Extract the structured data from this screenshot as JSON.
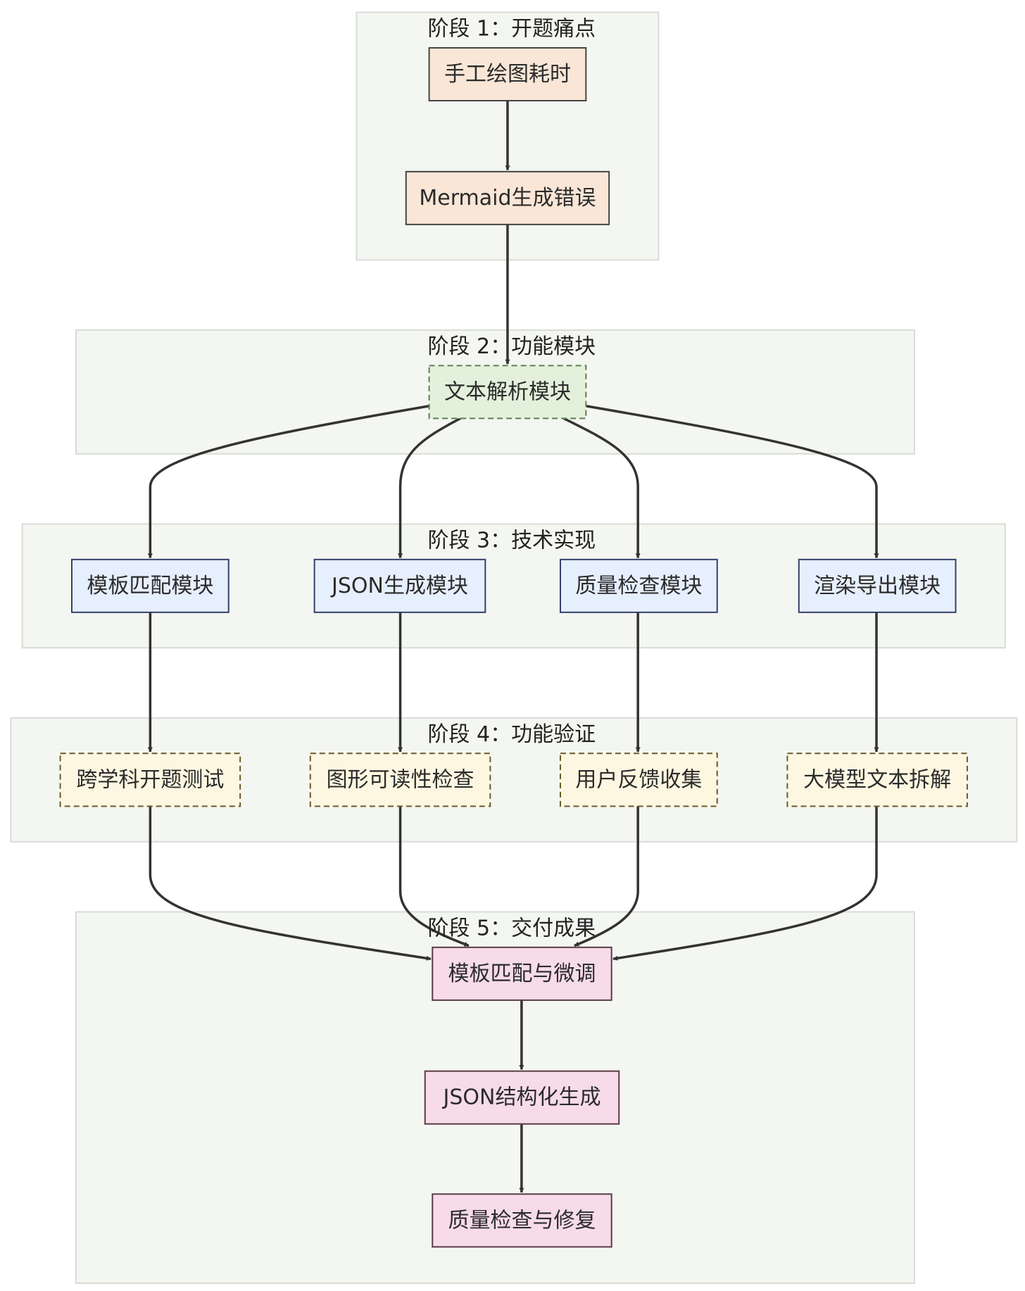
{
  "stages": [
    {
      "id": "s1",
      "title": "阶段 1：开题痛点"
    },
    {
      "id": "s2",
      "title": "阶段 2：功能模块"
    },
    {
      "id": "s3",
      "title": "阶段 3：技术实现"
    },
    {
      "id": "s4",
      "title": "阶段 4：功能验证"
    },
    {
      "id": "s5",
      "title": "阶段 5：交付成果"
    }
  ],
  "nodes": [
    {
      "id": "n1",
      "label": "手工绘图耗时",
      "fill": "#f9e6d6",
      "stroke": "#444444",
      "dashed": false
    },
    {
      "id": "n2",
      "label": "Mermaid生成错误",
      "fill": "#f9e6d6",
      "stroke": "#444444",
      "dashed": false
    },
    {
      "id": "n3",
      "label": "文本解析模块",
      "fill": "#e3f1dc",
      "stroke": "#5c7f52",
      "dashed": true
    },
    {
      "id": "n4",
      "label": "模板匹配模块",
      "fill": "#e6effd",
      "stroke": "#34406b",
      "dashed": false
    },
    {
      "id": "n5",
      "label": "JSON生成模块",
      "fill": "#e6effd",
      "stroke": "#34406b",
      "dashed": false
    },
    {
      "id": "n6",
      "label": "质量检查模块",
      "fill": "#e6effd",
      "stroke": "#34406b",
      "dashed": false
    },
    {
      "id": "n7",
      "label": "渲染导出模块",
      "fill": "#e6effd",
      "stroke": "#34406b",
      "dashed": false
    },
    {
      "id": "n8",
      "label": "跨学科开题测试",
      "fill": "#fdf7e1",
      "stroke": "#6b5a2a",
      "dashed": true
    },
    {
      "id": "n9",
      "label": "图形可读性检查",
      "fill": "#fdf7e1",
      "stroke": "#6b5a2a",
      "dashed": true
    },
    {
      "id": "n10",
      "label": "用户反馈收集",
      "fill": "#fdf7e1",
      "stroke": "#6b5a2a",
      "dashed": true
    },
    {
      "id": "n11",
      "label": "大模型文本拆解",
      "fill": "#fdf7e1",
      "stroke": "#6b5a2a",
      "dashed": true
    },
    {
      "id": "n12",
      "label": "模板匹配与微调",
      "fill": "#f7dbe9",
      "stroke": "#5b3a48",
      "dashed": false
    },
    {
      "id": "n13",
      "label": "JSON结构化生成",
      "fill": "#f7dbe9",
      "stroke": "#5b3a48",
      "dashed": false
    },
    {
      "id": "n14",
      "label": "质量检查与修复",
      "fill": "#f7dbe9",
      "stroke": "#5b3a48",
      "dashed": false
    }
  ],
  "edges": [
    {
      "from": "n1",
      "to": "n2"
    },
    {
      "from": "n2",
      "to": "n3"
    },
    {
      "from": "n3",
      "to": "n4"
    },
    {
      "from": "n3",
      "to": "n5"
    },
    {
      "from": "n3",
      "to": "n6"
    },
    {
      "from": "n3",
      "to": "n7"
    },
    {
      "from": "n4",
      "to": "n8"
    },
    {
      "from": "n5",
      "to": "n9"
    },
    {
      "from": "n6",
      "to": "n10"
    },
    {
      "from": "n7",
      "to": "n11"
    },
    {
      "from": "n8",
      "to": "n12"
    },
    {
      "from": "n9",
      "to": "n12"
    },
    {
      "from": "n10",
      "to": "n12"
    },
    {
      "from": "n11",
      "to": "n12"
    },
    {
      "from": "n12",
      "to": "n13"
    },
    {
      "from": "n13",
      "to": "n14"
    }
  ]
}
